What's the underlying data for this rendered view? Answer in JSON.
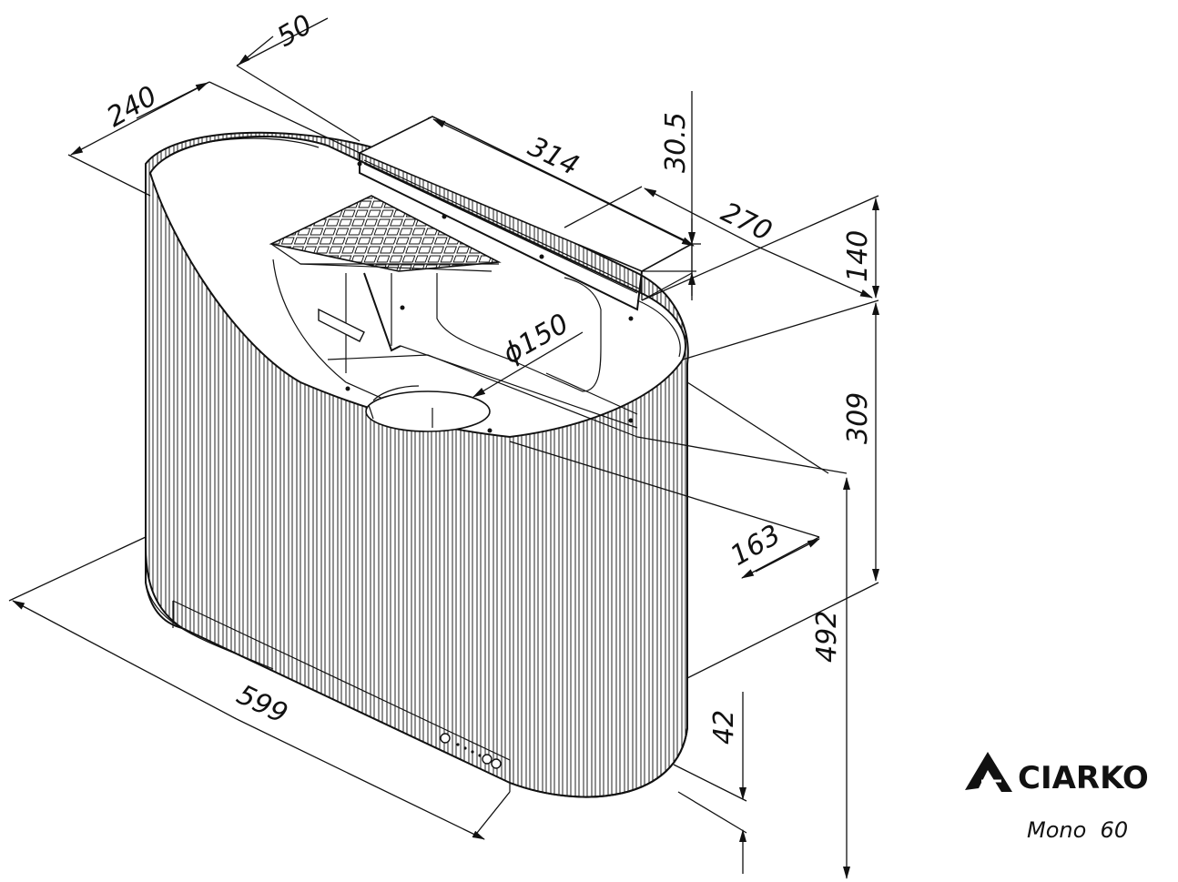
{
  "brand": {
    "name": "CIARKO",
    "model": "Mono  60"
  },
  "dimensions": {
    "d50": "50",
    "d240": "240",
    "d314": "314",
    "d30_5": "30.5",
    "d270": "270",
    "d140": "140",
    "d150": "ϕ150",
    "d309": "309",
    "d163": "163",
    "d492": "492",
    "d599": "599",
    "d42": "42"
  }
}
